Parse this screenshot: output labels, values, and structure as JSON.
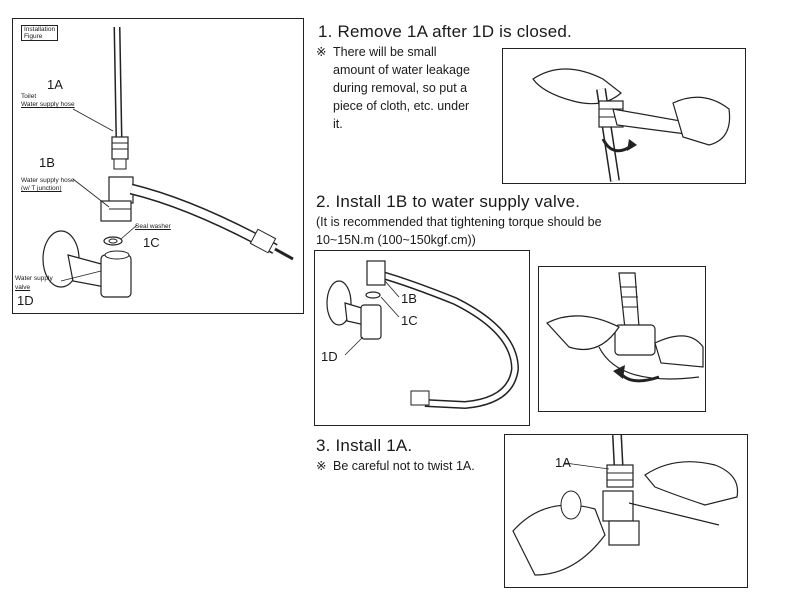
{
  "figure": {
    "tag_line1": "Installation",
    "tag_line2": "Figure",
    "label_1a": "1A",
    "desc_1a_line1": "Toilet",
    "desc_1a_line2": "Water supply hose",
    "label_1b": "1B",
    "desc_1b_line1": "Water supply hose",
    "desc_1b_line2": "(w/ T junction)",
    "desc_1c": "Seal washer",
    "label_1c": "1C",
    "desc_1d_line1": "Water supply",
    "desc_1d_line2": "valve",
    "label_1d": "1D"
  },
  "step1": {
    "title": "1. Remove 1A after 1D is closed.",
    "note_mark": "※",
    "note_line1": "There will be small",
    "note_line2": "amount of water leakage",
    "note_line3": "during removal, so put a",
    "note_line4": "piece of cloth, etc. under",
    "note_line5": "it."
  },
  "step2": {
    "title": "2. Install 1B to water supply valve.",
    "note_line1": "(It is recommended that tightening torque should be",
    "note_line2": "10~15N.m (100~150kgf.cm))",
    "label_1b": "1B",
    "label_1c": "1C",
    "label_1d": "1D"
  },
  "step3": {
    "title": "3. Install 1A.",
    "note_mark": "※",
    "note": "Be careful not to twist 1A.",
    "label_1a": "1A"
  }
}
